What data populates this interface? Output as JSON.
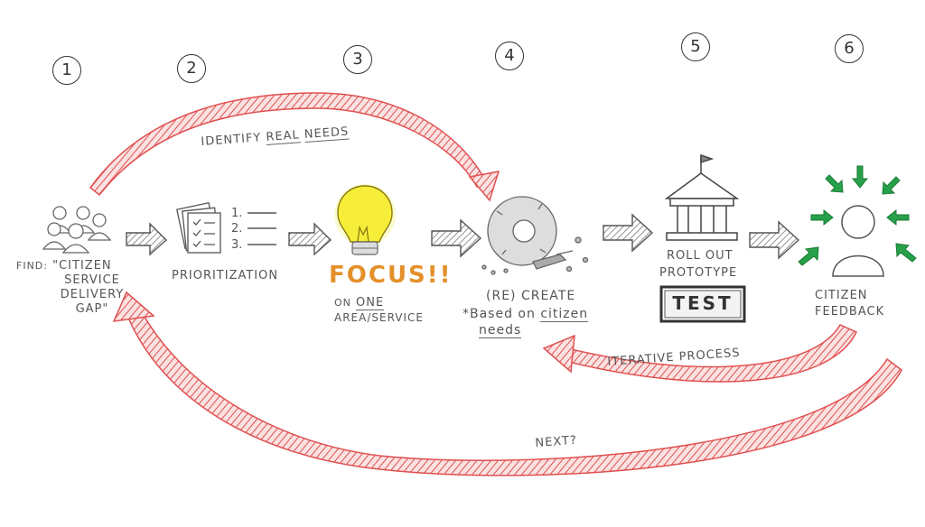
{
  "steps": [
    {
      "number": "1",
      "label_prefix": "FIND:",
      "label_lines": [
        "\"CITIZEN",
        "SERVICE",
        "DELIVERY",
        "GAP\""
      ]
    },
    {
      "number": "2",
      "label": "PRIORITIZATION",
      "list_marks": [
        "1.",
        "2.",
        "3."
      ]
    },
    {
      "number": "3",
      "title": "FOCUS!!",
      "sub_prefix": "ON",
      "sub_emphasis": "ONE",
      "sub_line2": "AREA/SERVICE"
    },
    {
      "number": "4",
      "line1": "(RE) CREATE",
      "line2_prefix": "*Based on",
      "line2_emphasis": "citizen",
      "line3": "needs"
    },
    {
      "number": "5",
      "line1": "ROLL OUT",
      "line2": "PROTOTYPE",
      "badge": "TEST"
    },
    {
      "number": "6",
      "line1": "CITIZEN",
      "line2": "FEEDBACK"
    }
  ],
  "arcs": {
    "top_prefix": "IDENTIFY",
    "top_word1": "REAL",
    "top_word2": "NEEDS",
    "iterative": "ITERATIVE PROCESS",
    "next": "NEXT?"
  },
  "colors": {
    "arc_red": "#e05050",
    "arc_fill": "#f6caca",
    "bulb_yellow": "#f7ee3a",
    "focus_orange": "#e3902a",
    "feedback_green": "#27a04a",
    "sketch_gray": "#555555"
  },
  "icons": [
    "people-group-icon",
    "checklist-icon",
    "lightbulb-icon",
    "broken-wheel-icon",
    "government-building-icon",
    "person-icon"
  ]
}
